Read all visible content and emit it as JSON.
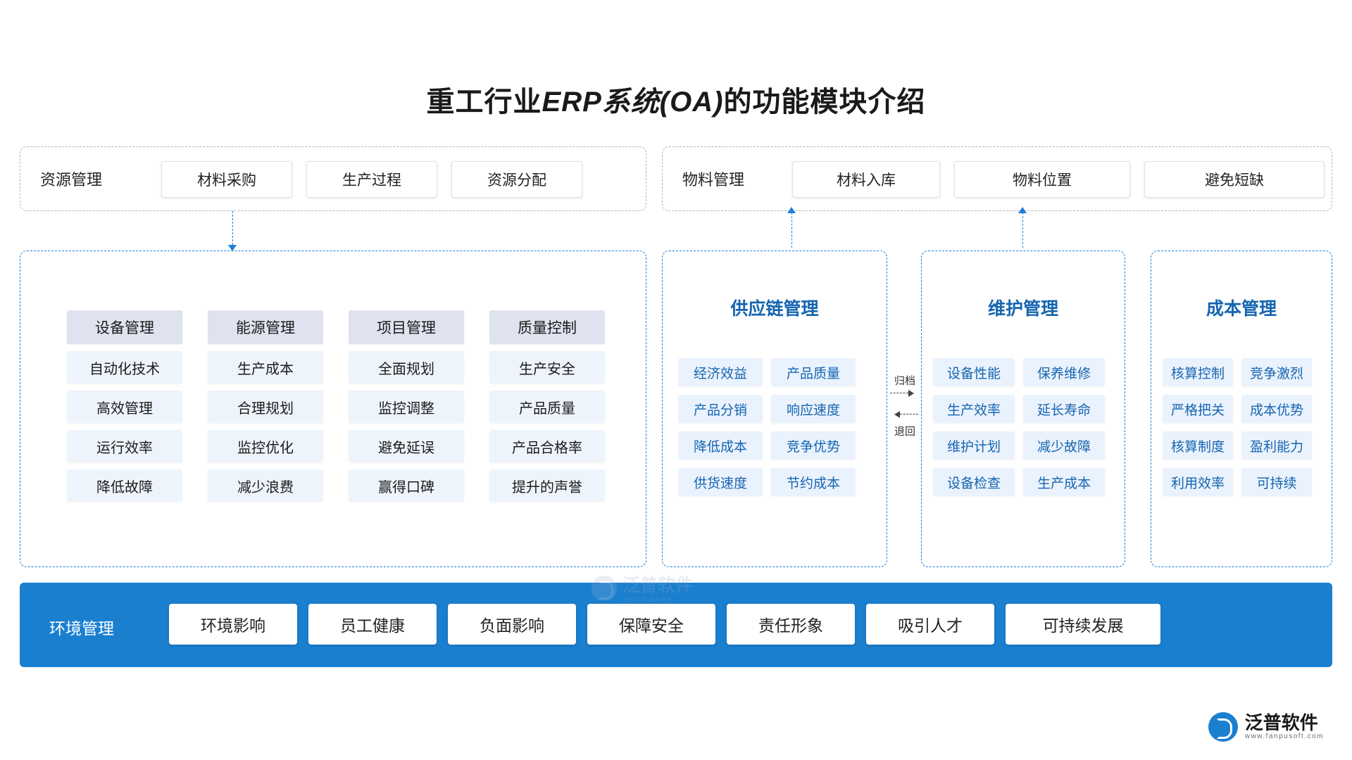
{
  "title": {
    "prefix": "重工行业",
    "accent": "ERP系统(OA)",
    "suffix": "的功能模块介绍"
  },
  "colors": {
    "blue_dash": "#1f7fd6",
    "panel_title": "#1565b0",
    "band": "#1b7fd0",
    "gray_dash": "#b5b5b5",
    "col_head_bg": "#dfe3f0",
    "cell_bg": "#eef4fc",
    "tag_bg": "#eaf2fd"
  },
  "top_bars": [
    {
      "label": "资源管理",
      "chips": [
        "材料采购",
        "生产过程",
        "资源分配"
      ]
    },
    {
      "label": "物料管理",
      "chips": [
        "材料入库",
        "物料位置",
        "避免短缺"
      ]
    }
  ],
  "left_panel": {
    "columns": [
      {
        "head": "设备管理",
        "cells": [
          "自动化技术",
          "高效管理",
          "运行效率",
          "降低故障"
        ]
      },
      {
        "head": "能源管理",
        "cells": [
          "生产成本",
          "合理规划",
          "监控优化",
          "减少浪费"
        ]
      },
      {
        "head": "项目管理",
        "cells": [
          "全面规划",
          "监控调整",
          "避免延误",
          "赢得口碑"
        ]
      },
      {
        "head": "质量控制",
        "cells": [
          "生产安全",
          "产品质量",
          "产品合格率",
          "提升的声誉"
        ]
      }
    ]
  },
  "panels": [
    {
      "title": "供应链管理",
      "rows": [
        [
          "经济效益",
          "产品质量"
        ],
        [
          "产品分销",
          "响应速度"
        ],
        [
          "降低成本",
          "竞争优势"
        ],
        [
          "供货速度",
          "节约成本"
        ]
      ]
    },
    {
      "title": "维护管理",
      "rows": [
        [
          "设备性能",
          "保养维修"
        ],
        [
          "生产效率",
          "延长寿命"
        ],
        [
          "维护计划",
          "减少故障"
        ],
        [
          "设备检查",
          "生产成本"
        ]
      ]
    },
    {
      "title": "成本管理",
      "rows": [
        [
          "核算控制",
          "竞争激烈"
        ],
        [
          "严格把关",
          "成本优势"
        ],
        [
          "核算制度",
          "盈利能力"
        ],
        [
          "利用效率",
          "可持续"
        ]
      ]
    }
  ],
  "mid_connector": {
    "top_label": "归档",
    "bottom_label": "退回"
  },
  "bottom_band": {
    "label": "环境管理",
    "chips": [
      "环境影响",
      "员工健康",
      "负面影响",
      "保障安全",
      "责任形象",
      "吸引人才",
      "可持续发展"
    ]
  },
  "watermark": {
    "main": "泛普软件",
    "sub": "SOFTWARE"
  },
  "brand": {
    "main": "泛普软件",
    "sub": "www.fanpusoft.com"
  }
}
